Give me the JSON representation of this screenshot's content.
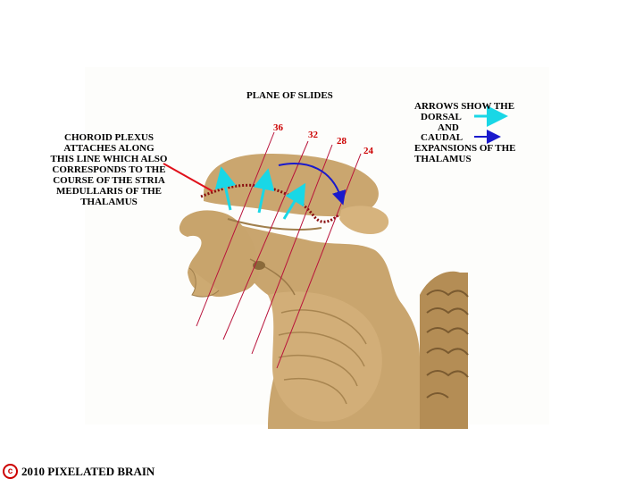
{
  "title": "PLANE OF SLIDES",
  "choroid_label": [
    "CHOROID PLEXUS",
    "ATTACHES ALONG",
    "THIS LINE WHICH ALSO",
    "CORRESPONDS TO THE",
    "COURSE OF THE STRIA",
    "MEDULLARIS OF THE",
    "THALAMUS"
  ],
  "legend": {
    "line1": "ARROWS SHOW THE",
    "dorsal": "DORSAL",
    "and": "AND",
    "caudal": "CAUDAL",
    "line5": "EXPANSIONS OF THE",
    "line6": "THALAMUS"
  },
  "planes": [
    "36",
    "32",
    "28",
    "24"
  ],
  "copyright": {
    "symbol": "c",
    "text": "2010  PIXELATED BRAIN"
  },
  "colors": {
    "tissue": "#c9a56e",
    "tissue_dark": "#a07f4c",
    "plane_line": "#b8123a",
    "dorsal_arrow": "#19d7e6",
    "caudal_arrow": "#1a1acc",
    "stria": "#8a1010"
  }
}
